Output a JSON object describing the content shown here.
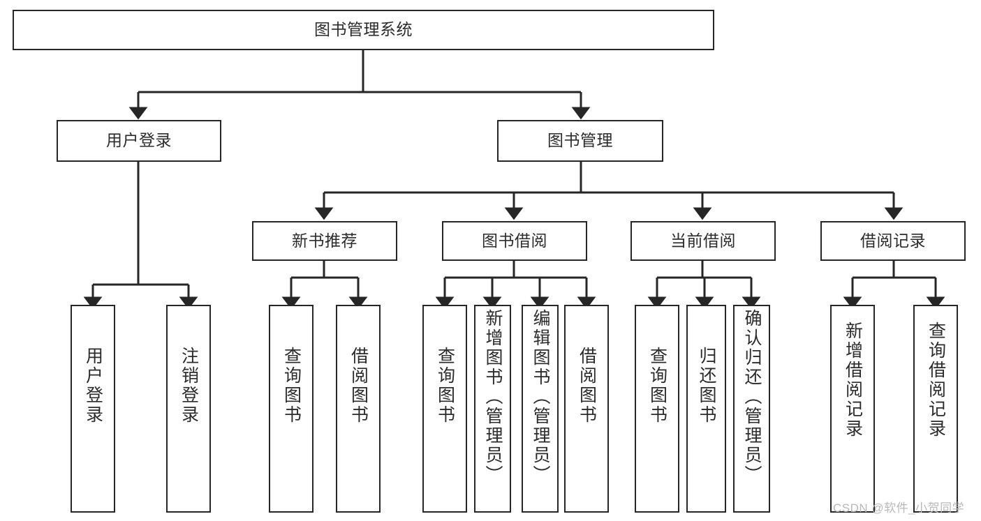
{
  "diagram": {
    "title": "图书管理系统",
    "type": "tree-hierarchy",
    "root": {
      "id": "root",
      "label": "图书管理系统"
    },
    "level2": [
      {
        "id": "user-login",
        "label": "用户登录"
      },
      {
        "id": "book-mgmt",
        "label": "图书管理"
      }
    ],
    "level3": [
      {
        "id": "new-book-rec",
        "label": "新书推荐",
        "parent": "book-mgmt"
      },
      {
        "id": "book-borrow",
        "label": "图书借阅",
        "parent": "book-mgmt"
      },
      {
        "id": "current-borrow",
        "label": "当前借阅",
        "parent": "book-mgmt"
      },
      {
        "id": "borrow-record",
        "label": "借阅记录",
        "parent": "book-mgmt"
      }
    ],
    "leaves": [
      {
        "id": "leaf-user-login",
        "label": "用户登录",
        "parent": "user-login"
      },
      {
        "id": "leaf-user-logout",
        "label": "注销登录",
        "parent": "user-login"
      },
      {
        "id": "leaf-query-book-1",
        "label": "查询图书",
        "parent": "new-book-rec"
      },
      {
        "id": "leaf-borrow-book-1",
        "label": "借阅图书",
        "parent": "new-book-rec"
      },
      {
        "id": "leaf-query-book-2",
        "label": "查询图书",
        "parent": "book-borrow"
      },
      {
        "id": "leaf-add-book",
        "label": "新增图书（管理员）",
        "parent": "book-borrow"
      },
      {
        "id": "leaf-edit-book",
        "label": "编辑图书（管理员）",
        "parent": "book-borrow"
      },
      {
        "id": "leaf-borrow-book-2",
        "label": "借阅图书",
        "parent": "book-borrow"
      },
      {
        "id": "leaf-query-book-3",
        "label": "查询图书",
        "parent": "current-borrow"
      },
      {
        "id": "leaf-return-book",
        "label": "归还图书",
        "parent": "current-borrow"
      },
      {
        "id": "leaf-confirm-return",
        "label": "确认归还（管理员）",
        "parent": "current-borrow"
      },
      {
        "id": "leaf-add-record",
        "label": "新增借阅记录",
        "parent": "borrow-record"
      },
      {
        "id": "leaf-query-record",
        "label": "查询借阅记录",
        "parent": "borrow-record"
      }
    ]
  },
  "watermark": {
    "text": "CSDN @软件_小贺同学"
  },
  "colors": {
    "border": "#262626",
    "text": "#2b2b2b",
    "background": "#ffffff",
    "watermark": "#b9b9b9"
  }
}
